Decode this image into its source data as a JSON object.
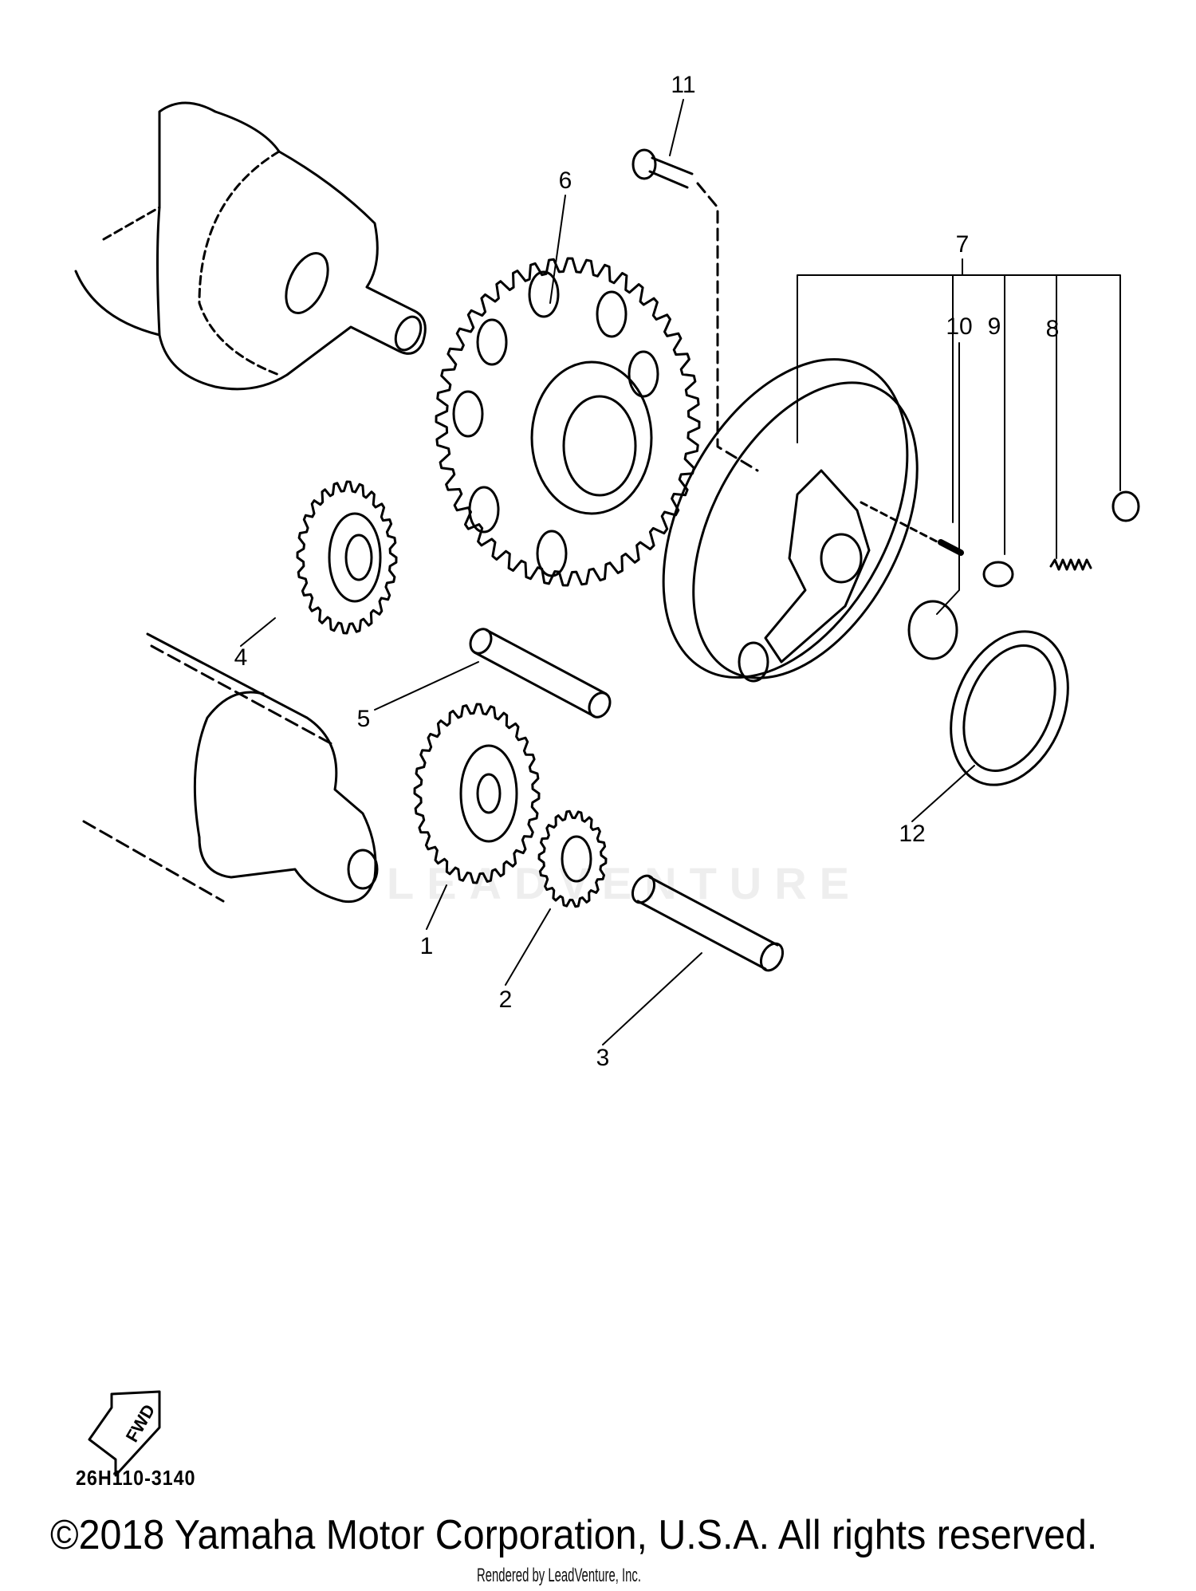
{
  "diagram": {
    "callouts": [
      "1",
      "2",
      "3",
      "4",
      "5",
      "6",
      "7",
      "8",
      "9",
      "10",
      "11",
      "12"
    ],
    "fwd_label": "FWD",
    "diagram_code": "26H110-3140",
    "copyright": "©2018 Yamaha Motor Corporation, U.S.A. All rights reserved.",
    "rendered_by": "Rendered by LeadVenture, Inc.",
    "watermark": "LEADVENTURE"
  },
  "colors": {
    "line": "#000000",
    "background": "#ffffff",
    "watermark": "#eeeeee"
  }
}
